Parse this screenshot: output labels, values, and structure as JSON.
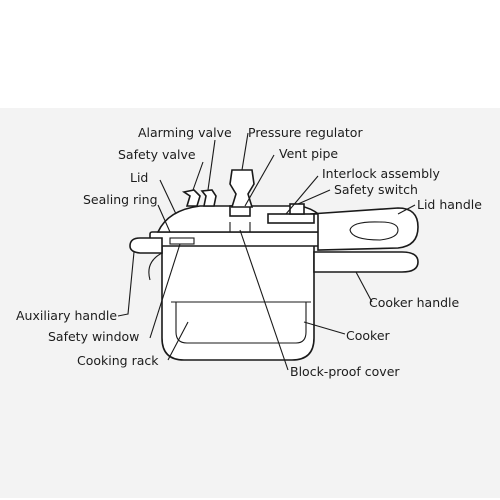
{
  "colors": {
    "background": "#ffffff",
    "paper": "#f3f3f3",
    "ink": "#1a1a1a"
  },
  "labels": {
    "alarming_valve": "Alarming valve",
    "pressure_regulator": "Pressure regulator",
    "safety_valve": "Safety valve",
    "vent_pipe": "Vent pipe",
    "lid": "Lid",
    "interlock_assembly": "Interlock assembly",
    "safety_switch": "Safety switch",
    "sealing_ring": "Sealing ring",
    "lid_handle": "Lid handle",
    "cooker_handle": "Cooker handle",
    "auxiliary_handle": "Auxiliary handle",
    "cooker": "Cooker",
    "safety_window": "Safety window",
    "cooking_rack": "Cooking rack",
    "block_proof_cover": "Block-proof cover"
  }
}
